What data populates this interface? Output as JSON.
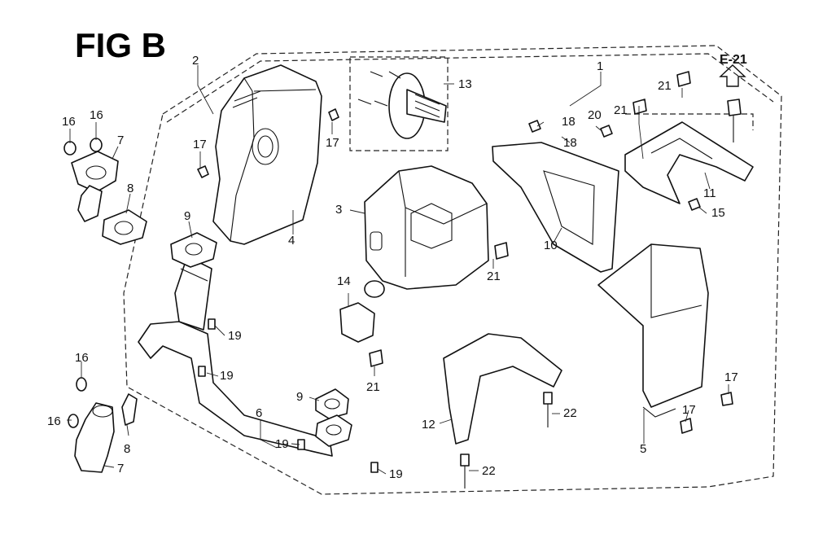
{
  "figure": {
    "title": "FIG B",
    "reference": "E-21"
  },
  "callouts": [
    {
      "id": "c2",
      "label": "2"
    },
    {
      "id": "c13",
      "label": "13"
    },
    {
      "id": "c1",
      "label": "1"
    },
    {
      "id": "c16a",
      "label": "16"
    },
    {
      "id": "c16b",
      "label": "16"
    },
    {
      "id": "c7a",
      "label": "7"
    },
    {
      "id": "c8a",
      "label": "8"
    },
    {
      "id": "c17a",
      "label": "17"
    },
    {
      "id": "c17b",
      "label": "17"
    },
    {
      "id": "c4",
      "label": "4"
    },
    {
      "id": "c9a",
      "label": "9"
    },
    {
      "id": "c3",
      "label": "3"
    },
    {
      "id": "c18a",
      "label": "18"
    },
    {
      "id": "c18b",
      "label": "18"
    },
    {
      "id": "c20",
      "label": "20"
    },
    {
      "id": "c21a",
      "label": "21"
    },
    {
      "id": "c21b",
      "label": "21"
    },
    {
      "id": "c11",
      "label": "11"
    },
    {
      "id": "c15",
      "label": "15"
    },
    {
      "id": "c10",
      "label": "10"
    },
    {
      "id": "c21c",
      "label": "21"
    },
    {
      "id": "c14",
      "label": "14"
    },
    {
      "id": "c19a",
      "label": "19"
    },
    {
      "id": "c19b",
      "label": "19"
    },
    {
      "id": "c21d",
      "label": "21"
    },
    {
      "id": "c16c",
      "label": "16"
    },
    {
      "id": "c16d",
      "label": "16"
    },
    {
      "id": "c8b",
      "label": "8"
    },
    {
      "id": "c7b",
      "label": "7"
    },
    {
      "id": "c9b",
      "label": "9"
    },
    {
      "id": "c6",
      "label": "6"
    },
    {
      "id": "c19c",
      "label": "19"
    },
    {
      "id": "c19d",
      "label": "19"
    },
    {
      "id": "c12",
      "label": "12"
    },
    {
      "id": "c22a",
      "label": "22"
    },
    {
      "id": "c22b",
      "label": "22"
    },
    {
      "id": "c17c",
      "label": "17"
    },
    {
      "id": "c17d",
      "label": "17"
    },
    {
      "id": "c5",
      "label": "5"
    }
  ]
}
